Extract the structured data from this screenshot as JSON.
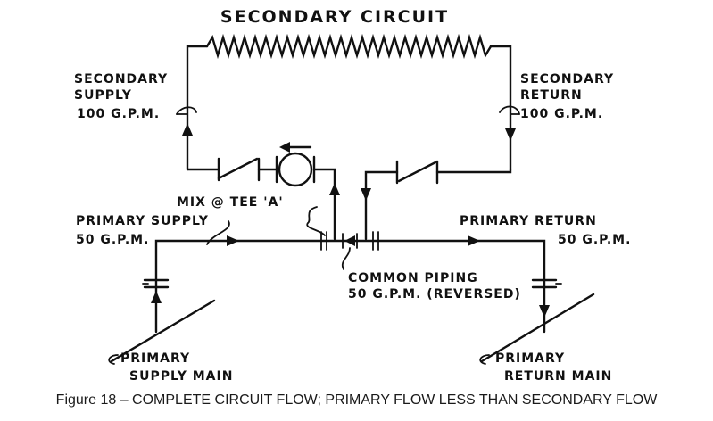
{
  "diagram": {
    "title": "SECONDARY CIRCUIT",
    "secondary_supply": {
      "line1": "SECONDARY",
      "line2": "SUPPLY",
      "flow": "100 G.P.M."
    },
    "secondary_return": {
      "line1": "SECONDARY",
      "line2": "RETURN",
      "flow": "100 G.P.M."
    },
    "mix_tee": "MIX @ TEE 'A'",
    "primary_supply": {
      "label": "PRIMARY SUPPLY",
      "flow": "50 G.P.M."
    },
    "primary_return": {
      "label": "PRIMARY RETURN",
      "flow": "50 G.P.M."
    },
    "common_piping": {
      "line1": "COMMON PIPING",
      "line2": "50 G.P.M. (REVERSED)"
    },
    "primary_supply_main": {
      "line1": "PRIMARY",
      "line2": "SUPPLY MAIN"
    },
    "primary_return_main": {
      "line1": "PRIMARY",
      "line2": "RETURN MAIN"
    }
  },
  "caption": "Figure 18 – COMPLETE CIRCUIT FLOW; PRIMARY FLOW LESS THAN SECONDARY FLOW"
}
